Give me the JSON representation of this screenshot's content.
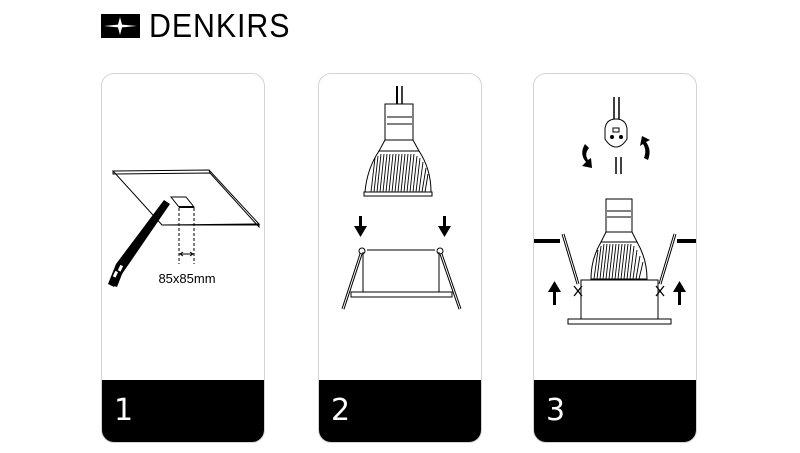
{
  "brand": {
    "name": "DENKIRS",
    "logo_icon": "star-flare-icon"
  },
  "steps": [
    {
      "number": "1",
      "description_icon": "ceiling-cutout-saw-icon",
      "dimension_label": "85x85mm"
    },
    {
      "number": "2",
      "description_icon": "insert-bulb-into-frame-icon",
      "arrows": [
        "down-arrow-icon",
        "down-arrow-icon"
      ]
    },
    {
      "number": "3",
      "description_icon": "install-fixture-in-ceiling-icon",
      "arrows": [
        "up-arrow-icon",
        "up-arrow-icon"
      ],
      "rotate_icons": [
        "rotate-ccw-icon",
        "rotate-cw-icon"
      ]
    }
  ],
  "colors": {
    "foreground": "#000000",
    "background": "#ffffff",
    "panel_border": "#d4d4d4",
    "footer_text": "#ffffff"
  }
}
